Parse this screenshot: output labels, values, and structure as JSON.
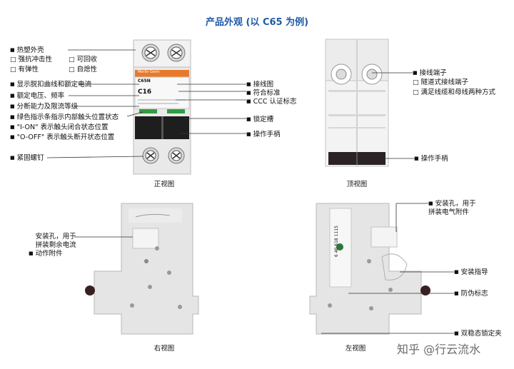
{
  "title": "产品外观 (以 C65 为例)",
  "front": {
    "caption": "正视图",
    "brand_label": "Merlin Gerin",
    "model_label": "C65N",
    "rating_label": "C16",
    "left_labels": {
      "housing": "热塑外壳",
      "impact": "强抗冲击性",
      "recyclable": "可回收",
      "elastic": "有弹性",
      "self_extinguish": "自熄性",
      "curve": "显示脱扣曲线和额定电流",
      "voltage": "额定电压、频率",
      "capacity": "分断能力及限流等级",
      "indicator": "绿色指示条指示内部触头位置状态",
      "on_state": "\"I-ON\" 表示触头闭合状态位置",
      "off_state": "\"O-OFF\" 表示触头断开状态位置",
      "screws": "紧固螺钉"
    },
    "right_labels": {
      "wiring": "接线图",
      "standard": "符合标准",
      "ccc": "CCC 认证标志",
      "groove": "锁定槽",
      "handle": "操作手柄"
    }
  },
  "top": {
    "caption": "顶视图",
    "labels": {
      "terminal": "接线端子",
      "tunnel": "隧道式接线端子",
      "both": "满足线缆和母线两种方式",
      "handle": "操作手柄"
    }
  },
  "right_side": {
    "caption": "右视图",
    "mounting_hole": "安装孔，用于拼装剩余电流动作附件"
  },
  "left_side": {
    "caption": "左视图",
    "mounting_hole": "安装孔，用于拼装电气附件",
    "guide": "安装指导",
    "anti_fake": "防伪标志",
    "clip": "双稳态锁定夹",
    "barcode": "6 40 618 1115"
  },
  "watermark": "知乎 @行云流水"
}
